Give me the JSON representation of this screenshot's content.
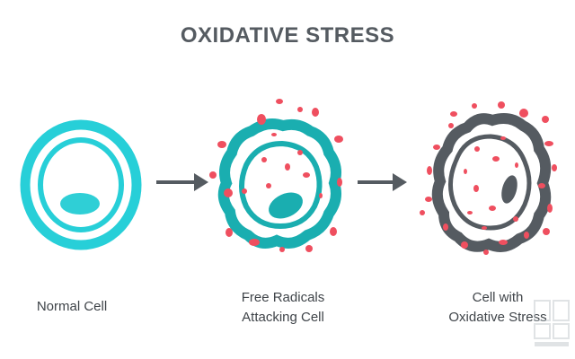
{
  "title": "OXIDATIVE STRESS",
  "stages": [
    {
      "lines": [
        "Normal Cell"
      ]
    },
    {
      "lines": [
        "Free Radicals",
        "Attacking Cell"
      ]
    },
    {
      "lines": [
        "Cell with",
        "Oxidative Stress"
      ]
    }
  ],
  "colors": {
    "healthy": "#27cfd8",
    "nucleus_healthy": "#2fcfd6",
    "attacked": "#1aaeb0",
    "damaged": "#555b61",
    "radical": "#ef4f5f",
    "arrow": "#555b61",
    "title": "#555b61"
  },
  "icons": [
    "arrow-right-icon",
    "arrow-right-icon"
  ]
}
